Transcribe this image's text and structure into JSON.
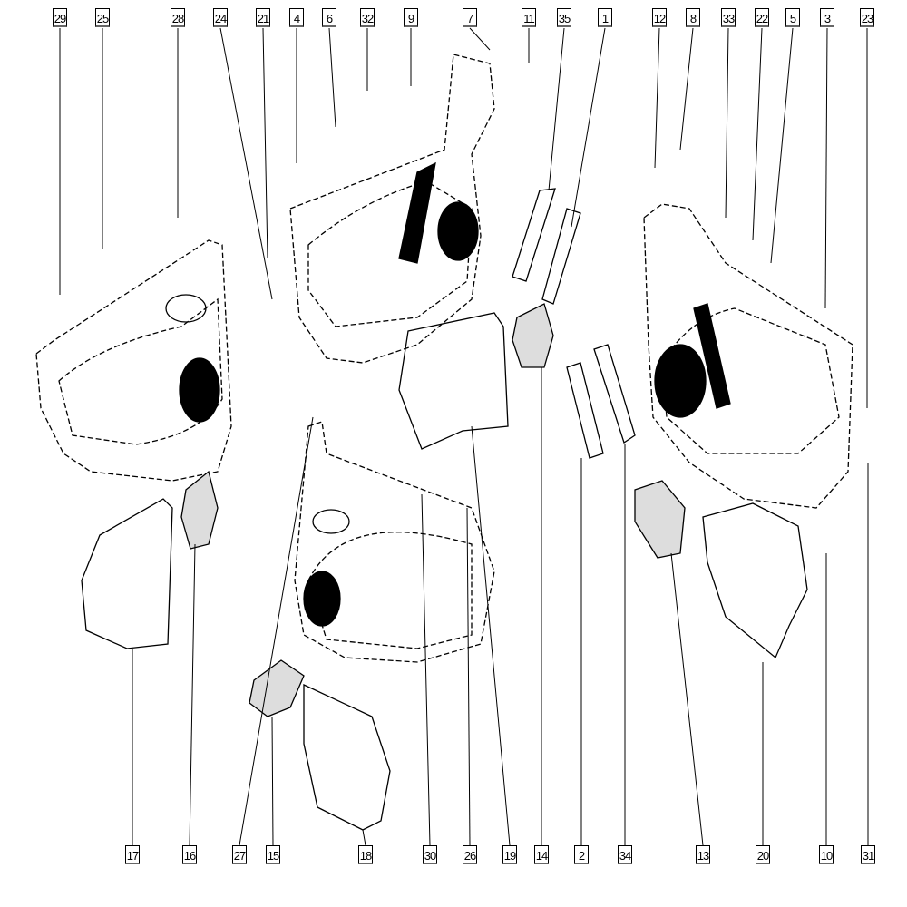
{
  "top_callouts": [
    "29",
    "25",
    "28",
    "24",
    "21",
    "4",
    "6",
    "32",
    "9",
    "7",
    "11",
    "35",
    "1",
    "12",
    "8",
    "33",
    "22",
    "5",
    "3",
    "23"
  ],
  "bottom_callouts": [
    "17",
    "16",
    "27",
    "15",
    "18",
    "30",
    "26",
    "19",
    "14",
    "2",
    "34",
    "13",
    "20",
    "10",
    "31"
  ]
}
